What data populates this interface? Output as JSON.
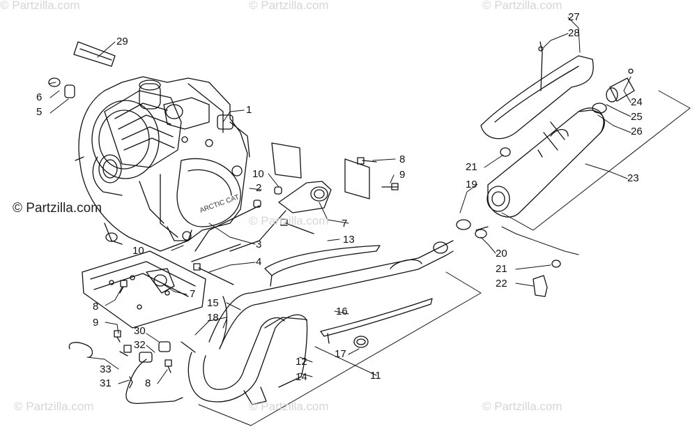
{
  "watermarks": {
    "tl": "© Partzilla.com",
    "tc": "© Partzilla.com",
    "tr": "© Partzilla.com",
    "ml": "© Partzilla.com",
    "mc": "© Partzilla.com",
    "bl": "© Partzilla.com",
    "bc": "© Partzilla.com",
    "br": "© Partzilla.com",
    "brand": "© Partzilla.com"
  },
  "engine_logo_text": "ARCTIC CAT",
  "callouts": {
    "c1": "1",
    "c2": "2",
    "c3": "3",
    "c4": "4",
    "c5": "5",
    "c6": "6",
    "c7a": "7",
    "c7b": "7",
    "c8a": "8",
    "c8b": "8",
    "c8c": "8",
    "c9a": "9",
    "c9b": "9",
    "c10a": "10",
    "c10b": "10",
    "c11": "11",
    "c12": "12",
    "c13": "13",
    "c14": "14",
    "c15": "15",
    "c16": "16",
    "c17": "17",
    "c18": "18",
    "c19": "19",
    "c20": "20",
    "c21a": "21",
    "c21b": "21",
    "c22": "22",
    "c23": "23",
    "c24": "24",
    "c25": "25",
    "c26": "26",
    "c27": "27",
    "c28": "28",
    "c29": "29",
    "c30": "30",
    "c31": "31",
    "c32": "32",
    "c33": "33"
  }
}
